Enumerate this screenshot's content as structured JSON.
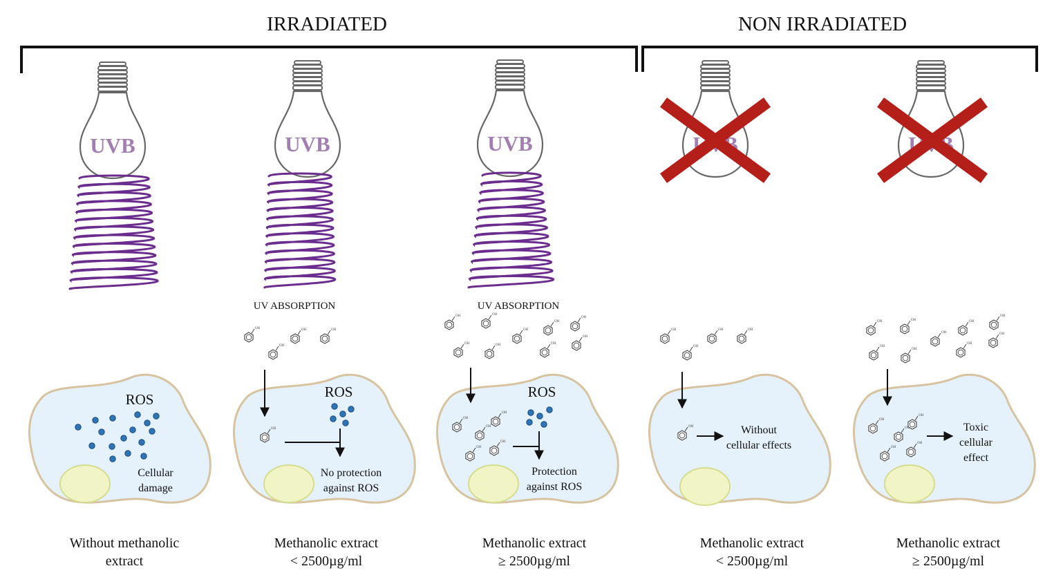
{
  "headers": {
    "irradiated": "IRRADIATED",
    "non_irradiated": "NON IRRADIATED"
  },
  "bulb_text": "UVB",
  "absorption_label": "UV ABSORPTION",
  "ros_label": "ROS",
  "hydroxyl_label": "OH",
  "colors": {
    "uvb_text": "#a27fb1",
    "wave": "#6a2d8e",
    "cross": "#b51f1a",
    "cell_fill": "#e5f1fb",
    "cell_border": "#d7c39f",
    "nucleus_fill": "#f1f4c4",
    "nucleus_border": "#d4de8e",
    "ros_dot": "#2f74b5",
    "ros_dot_border": "#174b80",
    "bracket": "#111111",
    "text": "#111111"
  },
  "panels": [
    {
      "effect_lines": [
        "Cellular",
        "damage"
      ],
      "caption_lines": [
        "Without methanolic",
        "extract"
      ]
    },
    {
      "effect_lines": [
        "No protection",
        "against ROS"
      ],
      "caption_lines": [
        "Methanolic extract",
        "< 2500µg/ml"
      ]
    },
    {
      "effect_lines": [
        "Protection",
        "against ROS"
      ],
      "caption_lines": [
        "Methanolic extract",
        "≥ 2500µg/ml"
      ]
    },
    {
      "effect_lines": [
        "Without",
        "cellular effects"
      ],
      "caption_lines": [
        "Methanolic extract",
        "< 2500µg/ml"
      ]
    },
    {
      "effect_lines": [
        "Toxic",
        "cellular",
        "effect"
      ],
      "caption_lines": [
        "Methanolic extract",
        "≥ 2500µg/ml"
      ]
    }
  ]
}
